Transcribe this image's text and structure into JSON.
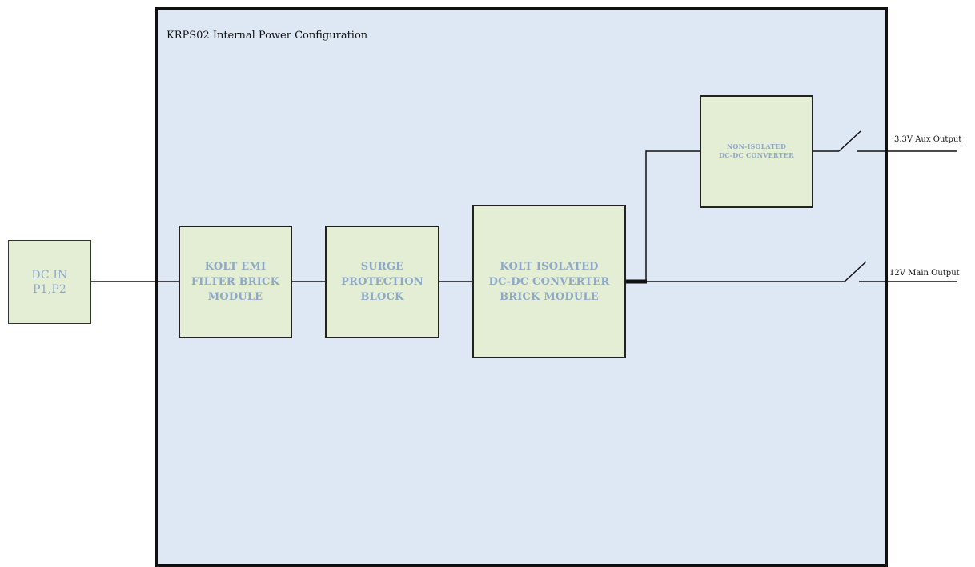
{
  "title": "KRPS02 Internal Power Configuration",
  "blocks": {
    "dc_in": [
      "DC IN",
      "P1,P2"
    ],
    "emi_filter": [
      "KOLT EMI",
      "FILTER BRICK",
      "MODULE"
    ],
    "surge": [
      "SURGE",
      "PROTECTION",
      "BLOCK"
    ],
    "isolated": [
      "KOLT ISOLATED",
      "DC-DC CONVERTER",
      "BRICK MODULE"
    ],
    "non_isolated": [
      "NON-ISOLATED",
      "DC-DC CONVERTER"
    ]
  },
  "outputs": {
    "aux": "3.3V Aux Output",
    "main": "12V Main Output"
  },
  "colors": {
    "enclosure_fill": "#dde8f4",
    "block_fill": "#e3eed5",
    "block_text": "#8ea8c8"
  }
}
